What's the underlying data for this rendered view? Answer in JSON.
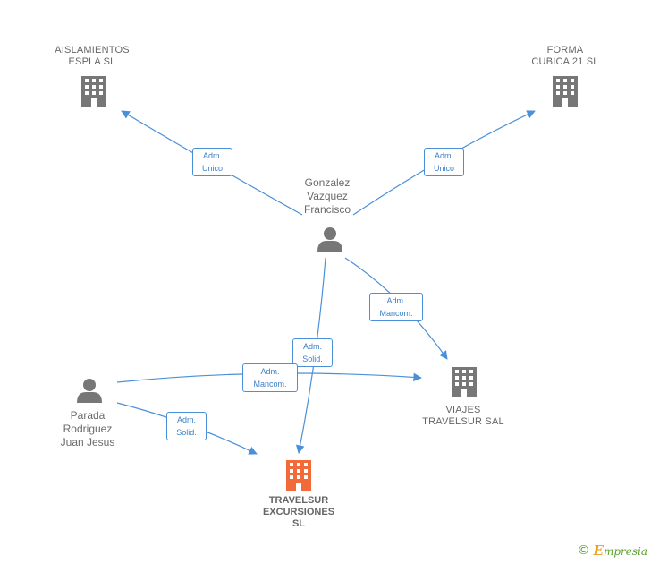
{
  "nodes": {
    "aislamientos": {
      "lines": [
        "AISLAMIENTOS",
        "ESPLA SL"
      ],
      "icon": "building-icon"
    },
    "forma": {
      "lines": [
        "FORMA",
        "CUBICA 21 SL"
      ],
      "icon": "building-icon"
    },
    "gonzalez": {
      "lines": [
        "Gonzalez",
        "Vazquez",
        "Francisco"
      ],
      "icon": "person-icon"
    },
    "viajes": {
      "lines": [
        "VIAJES",
        "TRAVELSUR SAL"
      ],
      "icon": "building-icon"
    },
    "parada": {
      "lines": [
        "Parada",
        "Rodriguez",
        "Juan Jesus"
      ],
      "icon": "person-icon"
    },
    "travelsur": {
      "lines": [
        "TRAVELSUR",
        "EXCURSIONES",
        "SL"
      ],
      "icon": "building-icon"
    }
  },
  "edges": {
    "gonzalez_aislamientos": [
      "Adm.",
      "Unico"
    ],
    "gonzalez_forma": [
      "Adm.",
      "Unico"
    ],
    "gonzalez_viajes": [
      "Adm.",
      "Mancom."
    ],
    "gonzalez_travelsur": [
      "Adm.",
      "Solid."
    ],
    "parada_viajes": [
      "Adm.",
      "Mancom."
    ],
    "parada_travelsur": [
      "Adm.",
      "Solid."
    ]
  },
  "footer": {
    "copyright": "©",
    "brand_initial": "E",
    "brand_rest": "mpresia"
  },
  "colors": {
    "edge": "#4a90d9",
    "node_icon": "#777777",
    "focus_icon": "#f26a3a",
    "brand": "#5aa02c"
  }
}
